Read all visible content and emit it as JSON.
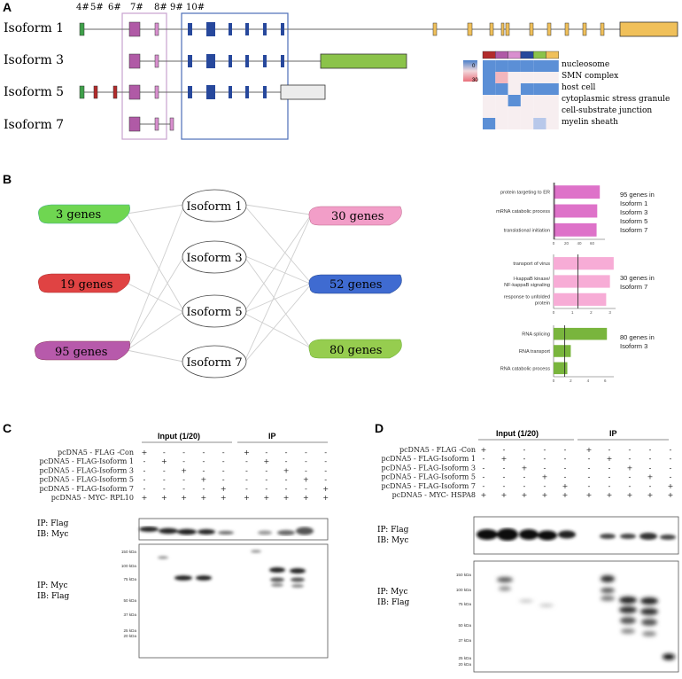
{
  "panels": {
    "A": "A",
    "B": "B",
    "C": "C",
    "D": "D"
  },
  "panelA": {
    "exon_labels": [
      "4#",
      "5#",
      "6#",
      "7#",
      "8#",
      "9#",
      "10#"
    ],
    "isoforms": [
      "Isoform 1",
      "Isoform 3",
      "Isoform 5",
      "Isoform 7"
    ],
    "heatmap": {
      "scale_min": "0",
      "scale_max": "30",
      "scale_colors": [
        "#4a7fc9",
        "#f2d9dc",
        "#e9707b"
      ],
      "column_colors": [
        "#b22b2b",
        "#b05aa6",
        "#d98fcf",
        "#27489c",
        "#8bc34a",
        "#f0c05a"
      ],
      "rows": [
        "nucleosome",
        "SMN complex",
        "host cell",
        "cytoplasmic stress granule",
        "cell-substrate junction",
        "myelin sheath"
      ]
    },
    "colors": {
      "green": "#3fa04a",
      "red": "#b22b2b",
      "magenta": "#b05aa6",
      "pink": "#d98fcf",
      "navy": "#27489c",
      "yellow": "#f0c05a",
      "lime": "#8bc34a",
      "grey": "#ececec"
    }
  },
  "panelB": {
    "left_groups": [
      {
        "label": "3 genes",
        "color": "#6fd651"
      },
      {
        "label": "19 genes",
        "color": "#e04343"
      },
      {
        "label": "95 genes",
        "color": "#b75aab"
      }
    ],
    "isoforms": [
      "Isoform 1",
      "Isoform 3",
      "Isoform 5",
      "Isoform 7"
    ],
    "right_groups": [
      {
        "label": "30 genes",
        "color": "#f29ec8"
      },
      {
        "label": "52 genes",
        "color": "#3f6bd1"
      },
      {
        "label": "80 genes",
        "color": "#96cd4f"
      }
    ],
    "charts": [
      {
        "type": "bar",
        "categories": [
          "protein targeting to ER",
          "mRNA catabolic process",
          "translational initiation"
        ],
        "values": [
          72,
          68,
          67
        ],
        "xticks": [
          "0",
          "20",
          "40",
          "60"
        ],
        "xlim": [
          0,
          80
        ],
        "threshold": 1.3,
        "color": "#de72c9",
        "note_lines": [
          "95 genes in",
          "Isoform 1",
          "Isoform 3",
          "Isoform 5",
          "Isoform 7"
        ]
      },
      {
        "type": "bar",
        "categories": [
          "transport of virus",
          "I-kappaB kinase/NF-kappaB signaling",
          "response to unfolded protein"
        ],
        "values": [
          3.2,
          3.0,
          2.8
        ],
        "xticks": [
          "0",
          "1",
          "2",
          "3"
        ],
        "xlim": [
          0,
          3.3
        ],
        "threshold": 1.3,
        "color": "#f7acd6",
        "note_lines": [
          "30 genes in",
          "Isoform 7"
        ]
      },
      {
        "type": "bar",
        "categories": [
          "RNA splicing",
          "RNA transport",
          "RNA catabolic process"
        ],
        "values": [
          6.2,
          2.0,
          1.6
        ],
        "xticks": [
          "0",
          "2",
          "4",
          "6"
        ],
        "xlim": [
          0,
          7
        ],
        "threshold": 1.3,
        "color": "#79b53d",
        "note_lines": [
          "80 genes in",
          "Isoform 3"
        ]
      }
    ]
  },
  "panelC": {
    "header_input": "Input (1/20)",
    "header_ip": "IP",
    "rows": [
      {
        "label": "pcDNA5 - FLAG -Con",
        "signs": [
          "+",
          "-",
          "-",
          "-",
          "-",
          "+",
          "-",
          "-",
          "-",
          "-"
        ]
      },
      {
        "label": "pcDNA5 - FLAG-Isoform 1",
        "signs": [
          "-",
          "+",
          "-",
          "-",
          "-",
          "-",
          "+",
          "-",
          "-",
          "-"
        ]
      },
      {
        "label": "pcDNA5 - FLAG-Isoform 3",
        "signs": [
          "-",
          "-",
          "+",
          "-",
          "-",
          "-",
          "-",
          "+",
          "-",
          "-"
        ]
      },
      {
        "label": "pcDNA5 - FLAG-Isoform 5",
        "signs": [
          "-",
          "-",
          "-",
          "+",
          "-",
          "-",
          "-",
          "-",
          "+",
          "-"
        ]
      },
      {
        "label": "pcDNA5 - FLAG-Isoform 7",
        "signs": [
          "-",
          "-",
          "-",
          "-",
          "+",
          "-",
          "-",
          "-",
          "-",
          "+"
        ]
      },
      {
        "label": "pcDNA5 - MYC- RPL10",
        "signs": [
          "+",
          "+",
          "+",
          "+",
          "+",
          "+",
          "+",
          "+",
          "+",
          "+"
        ]
      }
    ],
    "blot1_ip": "IP: Flag",
    "blot1_ib": "IB: Myc",
    "blot2_ip": "IP: Myc",
    "blot2_ib": "IB: Flag",
    "ladder": [
      "150 kDa",
      "100 kDa",
      "75 kDa",
      "50 kDa",
      "37 kDa",
      "25 kDa",
      "20 kDa"
    ]
  },
  "panelD": {
    "header_input": "Input (1/20)",
    "header_ip": "IP",
    "rows": [
      {
        "label": "pcDNA5 - FLAG -Con",
        "signs": [
          "+",
          "-",
          "-",
          "-",
          "-",
          "+",
          "-",
          "-",
          "-",
          "-"
        ]
      },
      {
        "label": "pcDNA5 - FLAG-Isoform 1",
        "signs": [
          "-",
          "+",
          "-",
          "-",
          "-",
          "-",
          "+",
          "-",
          "-",
          "-"
        ]
      },
      {
        "label": "pcDNA5 - FLAG-Isoform 3",
        "signs": [
          "-",
          "-",
          "+",
          "-",
          "-",
          "-",
          "-",
          "+",
          "-",
          "-"
        ]
      },
      {
        "label": "pcDNA5 - FLAG-Isoform 5",
        "signs": [
          "-",
          "-",
          "-",
          "+",
          "-",
          "-",
          "-",
          "-",
          "+",
          "-"
        ]
      },
      {
        "label": "pcDNA5 - FLAG-Isoform 7",
        "signs": [
          "-",
          "-",
          "-",
          "-",
          "+",
          "-",
          "-",
          "-",
          "-",
          "+"
        ]
      },
      {
        "label": "pcDNA5 - MYC- HSPA8",
        "signs": [
          "+",
          "+",
          "+",
          "+",
          "+",
          "+",
          "+",
          "+",
          "+",
          "+"
        ]
      }
    ],
    "blot1_ip": "IP: Flag",
    "blot1_ib": "IB: Myc",
    "blot2_ip": "IP: Myc",
    "blot2_ib": "IB: Flag",
    "ladder": [
      "150 kDa",
      "100 kDa",
      "75 kDa",
      "50 kDa",
      "37 kDa",
      "25 kDa",
      "20 kDa"
    ]
  }
}
